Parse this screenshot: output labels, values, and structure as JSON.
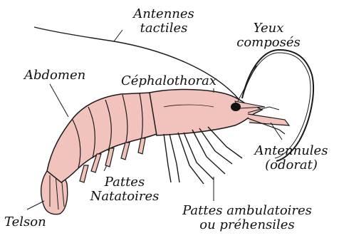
{
  "labels": {
    "antennes": [
      "Antennes",
      "tactiles"
    ],
    "yeux": [
      "Yeux",
      "composés"
    ],
    "abdomen": "Abdomen",
    "cephalothorax": "Céphalothorax",
    "antennules": [
      "Antennules",
      "(odorat)"
    ],
    "pattes_natatoires": [
      "Pattes",
      "Natatoires"
    ],
    "telson": "Telson",
    "pattes_ambulatoires": [
      "Pattes ambulatoires",
      "ou préhensiles"
    ]
  },
  "colors": {
    "body": "#f2c2bc",
    "outline": "#1a1a1a"
  }
}
